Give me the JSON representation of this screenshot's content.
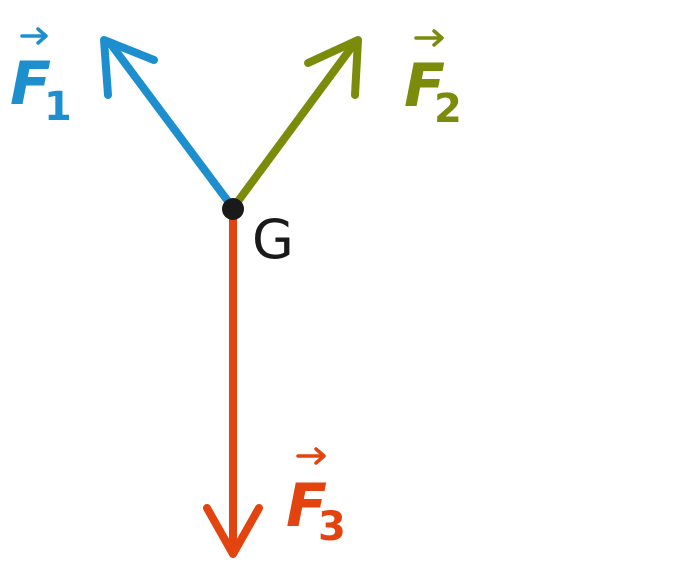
{
  "diagram": {
    "point": {
      "label": "G",
      "color": "#1a1a1a"
    },
    "vectors": [
      {
        "letter": "F",
        "subscript": "1",
        "color": "#1e8fce"
      },
      {
        "letter": "F",
        "subscript": "2",
        "color": "#7a8c0a"
      },
      {
        "letter": "F",
        "subscript": "3",
        "color": "#e2430f"
      }
    ]
  }
}
